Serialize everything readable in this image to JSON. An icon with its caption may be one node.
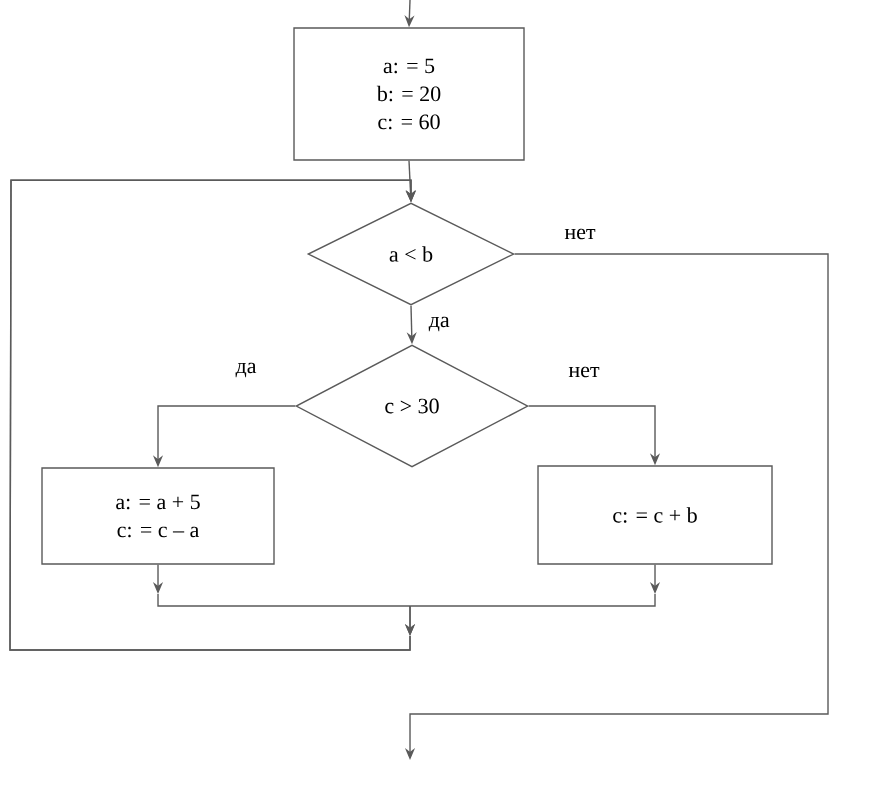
{
  "diagram": {
    "nodes": [
      {
        "text": [
          "a: = 5",
          "b: = 20",
          "c: = 60"
        ]
      },
      {
        "text": [
          "a < b"
        ]
      },
      {
        "text": [
          "c > 30"
        ]
      },
      {
        "text": [
          "a: = a + 5",
          "c: = c – a"
        ]
      },
      {
        "text": [
          "c: = c + b"
        ]
      }
    ],
    "edges": [
      {
        "from": null,
        "to": 0,
        "arrow": "to"
      },
      {
        "from": 0,
        "to": 1,
        "arrow": "to"
      },
      {
        "from": 1,
        "to": 2,
        "arrow": "to",
        "label": "да"
      },
      {
        "from": 2,
        "to": 3,
        "arrow": "to",
        "label": "да"
      },
      {
        "from": 2,
        "to": 4,
        "arrow": "to",
        "label": "нет"
      },
      {
        "from": 3,
        "to": 1,
        "arrow": "to"
      },
      {
        "from": 4,
        "to": 1,
        "arrow": "to"
      },
      {
        "from": 1,
        "to": null,
        "arrow": "to",
        "label": "нет"
      }
    ]
  }
}
